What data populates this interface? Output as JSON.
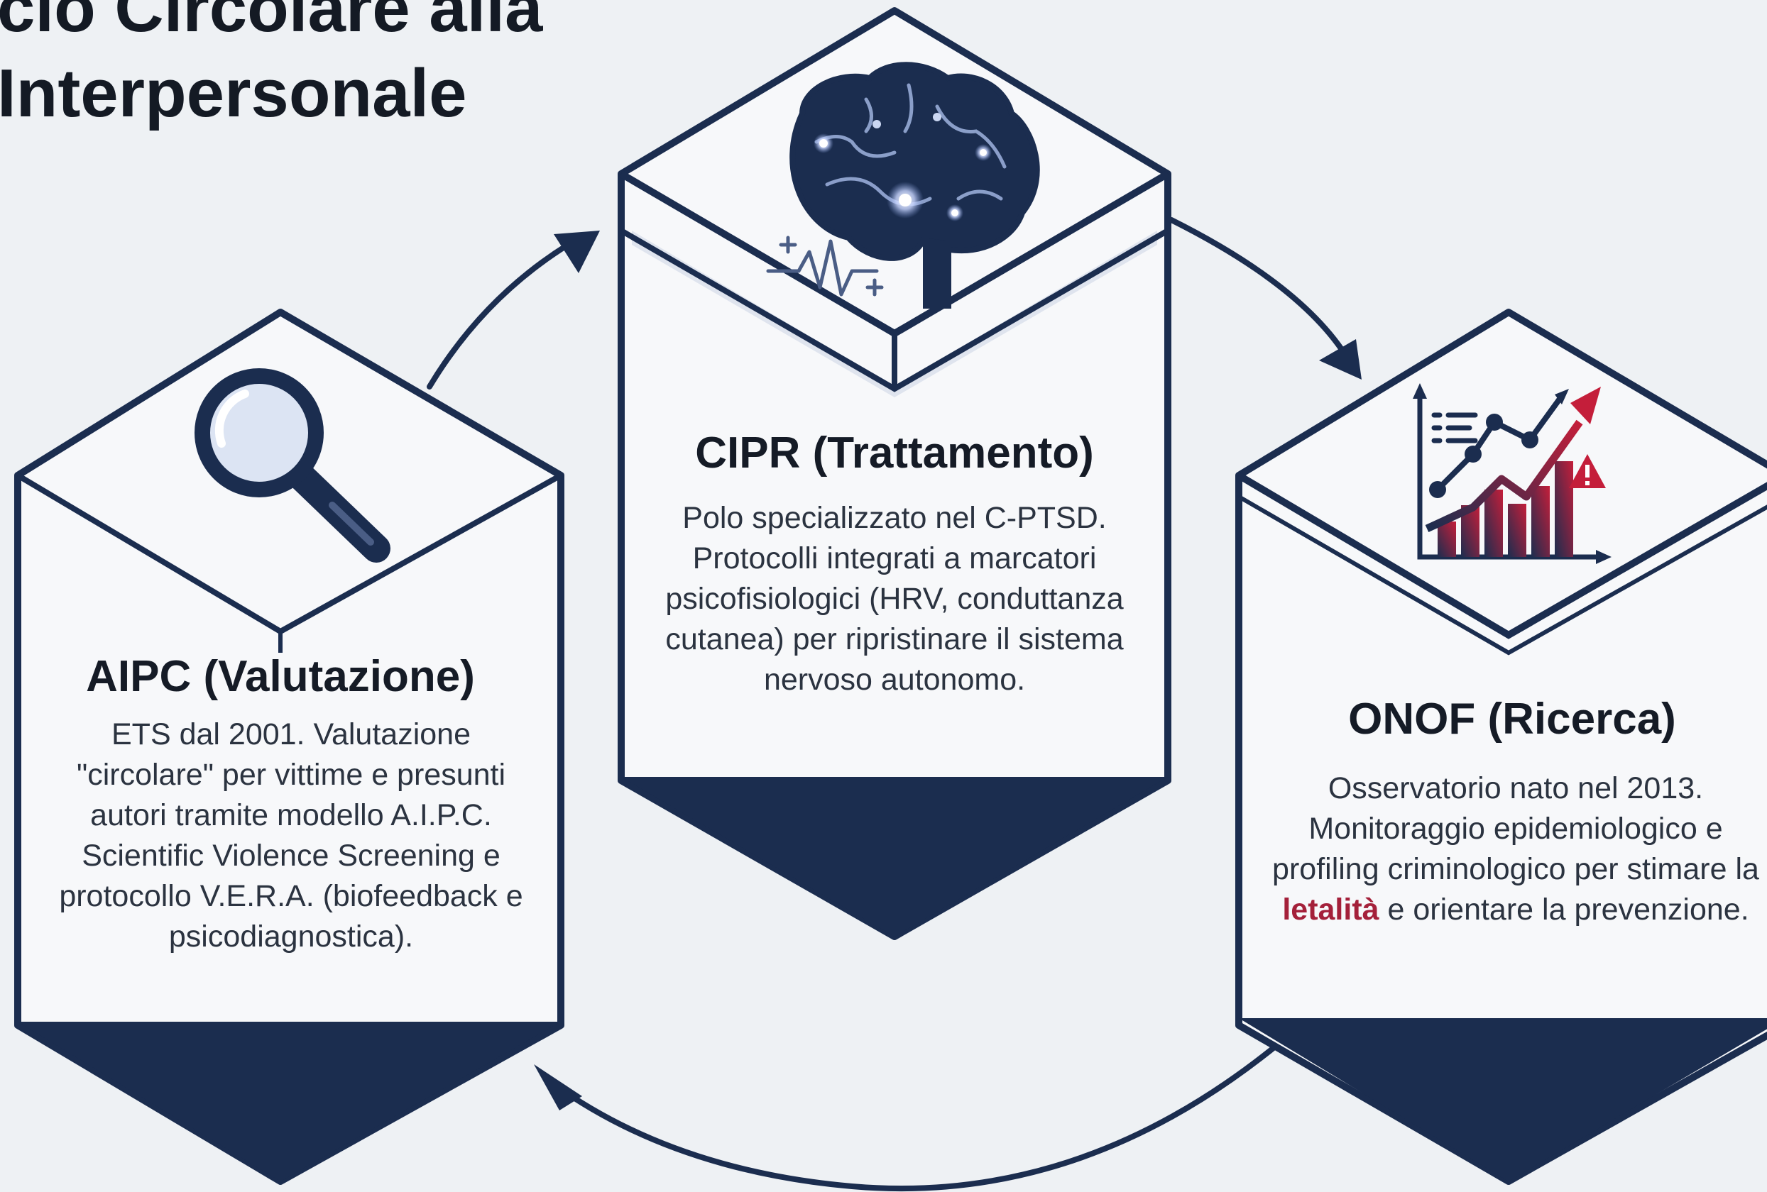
{
  "title": {
    "line1": "cio Circolare alla",
    "line2": "Interpersonale"
  },
  "cards": [
    {
      "id": "aipc",
      "title": "AIPC (Valutazione)",
      "description": "ETS dal 2001. Valutazione \"circolare\" per vittime e presunti autori tramite modello A.I.P.C. Scientific Violence Screening e protocollo V.E.R.A. (biofeedback e psicodiagnostica).",
      "icon": "magnifying-glass-icon"
    },
    {
      "id": "cipr",
      "title": "CIPR (Trattamento)",
      "description": "Polo specializzato nel C-PTSD. Protocolli integrati a marcatori psicofisiologici (HRV, conduttanza cutanea) per ripristinare il sistema nervoso autonomo.",
      "icon": "brain-icon"
    },
    {
      "id": "onof",
      "title": "ONOF (Ricerca)",
      "description_before": "Osservatorio nato nel 2013. Monitoraggio epidemiologico e profiling criminologico per stimare la ",
      "description_highlight": "letalità",
      "description_after": " e orientare la prevenzione.",
      "icon": "rising-chart-warning-icon"
    }
  ],
  "colors": {
    "navy": "#1b2d4f",
    "card_fill": "#f7f8fa",
    "accent_red": "#c41e3a",
    "background": "#eef1f4"
  }
}
